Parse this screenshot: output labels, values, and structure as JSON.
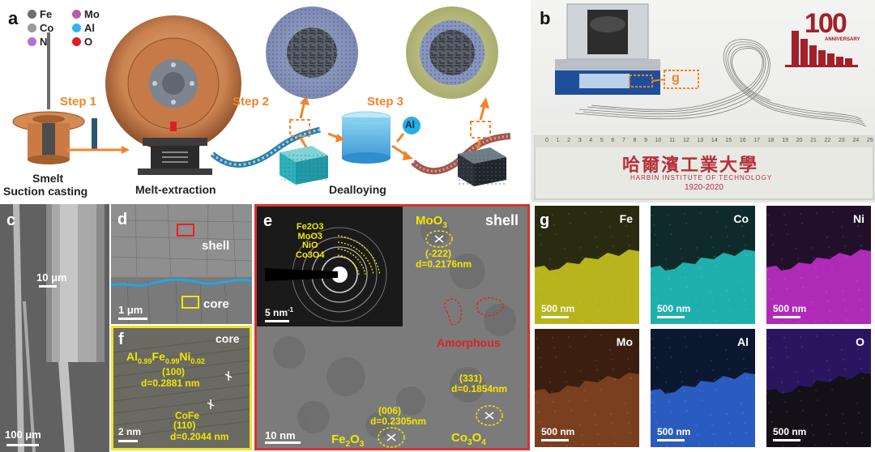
{
  "panel_labels": {
    "a": "a",
    "b": "b",
    "c": "c",
    "d": "d",
    "e": "e",
    "f": "f",
    "g": "g"
  },
  "panel_a": {
    "legend": [
      {
        "symbol": "Fe",
        "color": "#6e6e6e"
      },
      {
        "symbol": "Mo",
        "color": "#c05aa8"
      },
      {
        "symbol": "Co",
        "color": "#9a9a9a"
      },
      {
        "symbol": "Al",
        "color": "#36b3e6"
      },
      {
        "symbol": "Ni",
        "color": "#b86fd0"
      },
      {
        "symbol": "O",
        "color": "#e02020"
      }
    ],
    "step1": "Step 1",
    "step2": "Step 2",
    "step3": "Step 3",
    "al_bubble": "Al",
    "caption_smelt": "Smelt",
    "caption_suction": "Suction casting",
    "caption_melt": "Melt-extraction",
    "caption_dealloy": "Dealloying"
  },
  "panel_b": {
    "scale_unit": "g",
    "ruler_title": "哈爾濱工業大學",
    "ruler_sub": "HARBIN INSTITUTE OF TECHNOLOGY",
    "ruler_years": "1920-2020",
    "logo_number": "100",
    "logo_text": "ANNIVERSARY",
    "ruler_ticks": [
      "0",
      "1",
      "2",
      "3",
      "4",
      "5",
      "6",
      "7",
      "8",
      "9",
      "10",
      "11",
      "12",
      "13",
      "14",
      "15",
      "16",
      "17",
      "18",
      "19",
      "20",
      "21",
      "22",
      "23",
      "24",
      "25"
    ]
  },
  "panel_c": {
    "scale_small": "10 μm",
    "scale_large": "100 μm"
  },
  "panel_d": {
    "shell": "shell",
    "core": "core",
    "scale": "1 μm"
  },
  "panel_e": {
    "shell": "shell",
    "saed_labels": [
      "Fe2O3",
      "MoO3",
      "NiO",
      "Co3O4"
    ],
    "saed_scale": "5 nm",
    "saed_scale_sup": "-1",
    "moo3": "MoO",
    "moo3_sub": "3",
    "moo3_index": "(-222)",
    "moo3_d": "d=0.2176nm",
    "amorphous": "Amorphous",
    "fe2o3_index": "(006)",
    "fe2o3_d": "d=0.2305nm",
    "fe2o3": "Fe",
    "fe2o3_sub1": "2",
    "fe2o3_mid": "O",
    "fe2o3_sub2": "3",
    "co3o4_index": "(331)",
    "co3o4_d": "d=0.1854nm",
    "co3o4": "Co",
    "co3o4_sub1": "3",
    "co3o4_mid": "O",
    "co3o4_sub2": "4",
    "scale": "10 nm"
  },
  "panel_f": {
    "core": "core",
    "phase1_a": "Al",
    "phase1_a_sub": "0.99",
    "phase1_b": "Fe",
    "phase1_b_sub": "0.99",
    "phase1_c": "Ni",
    "phase1_c_sub": "0.02",
    "phase1_index": "(100)",
    "phase1_d": "d=0.2881 nm",
    "phase2": "CoFe",
    "phase2_index": "(110)",
    "phase2_d": "d=0.2044 nm",
    "scale": "2 nm"
  },
  "panel_g": {
    "tiles": [
      {
        "element": "Fe",
        "scale": "500 nm",
        "top": "#2a2a10",
        "bottom": "#b8b41c"
      },
      {
        "element": "Co",
        "scale": "500 nm",
        "top": "#0f2a2a",
        "bottom": "#1fb0ae"
      },
      {
        "element": "Ni",
        "scale": "500 nm",
        "top": "#22102a",
        "bottom": "#b02ab8"
      },
      {
        "element": "Mo",
        "scale": "500 nm",
        "top": "#3a1e10",
        "bottom": "#7a3f1e"
      },
      {
        "element": "Al",
        "scale": "500 nm",
        "top": "#0c1830",
        "bottom": "#2a5cc0"
      },
      {
        "element": "O",
        "scale": "500 nm",
        "top": "#2a1660",
        "bottom": "#141018"
      }
    ]
  }
}
